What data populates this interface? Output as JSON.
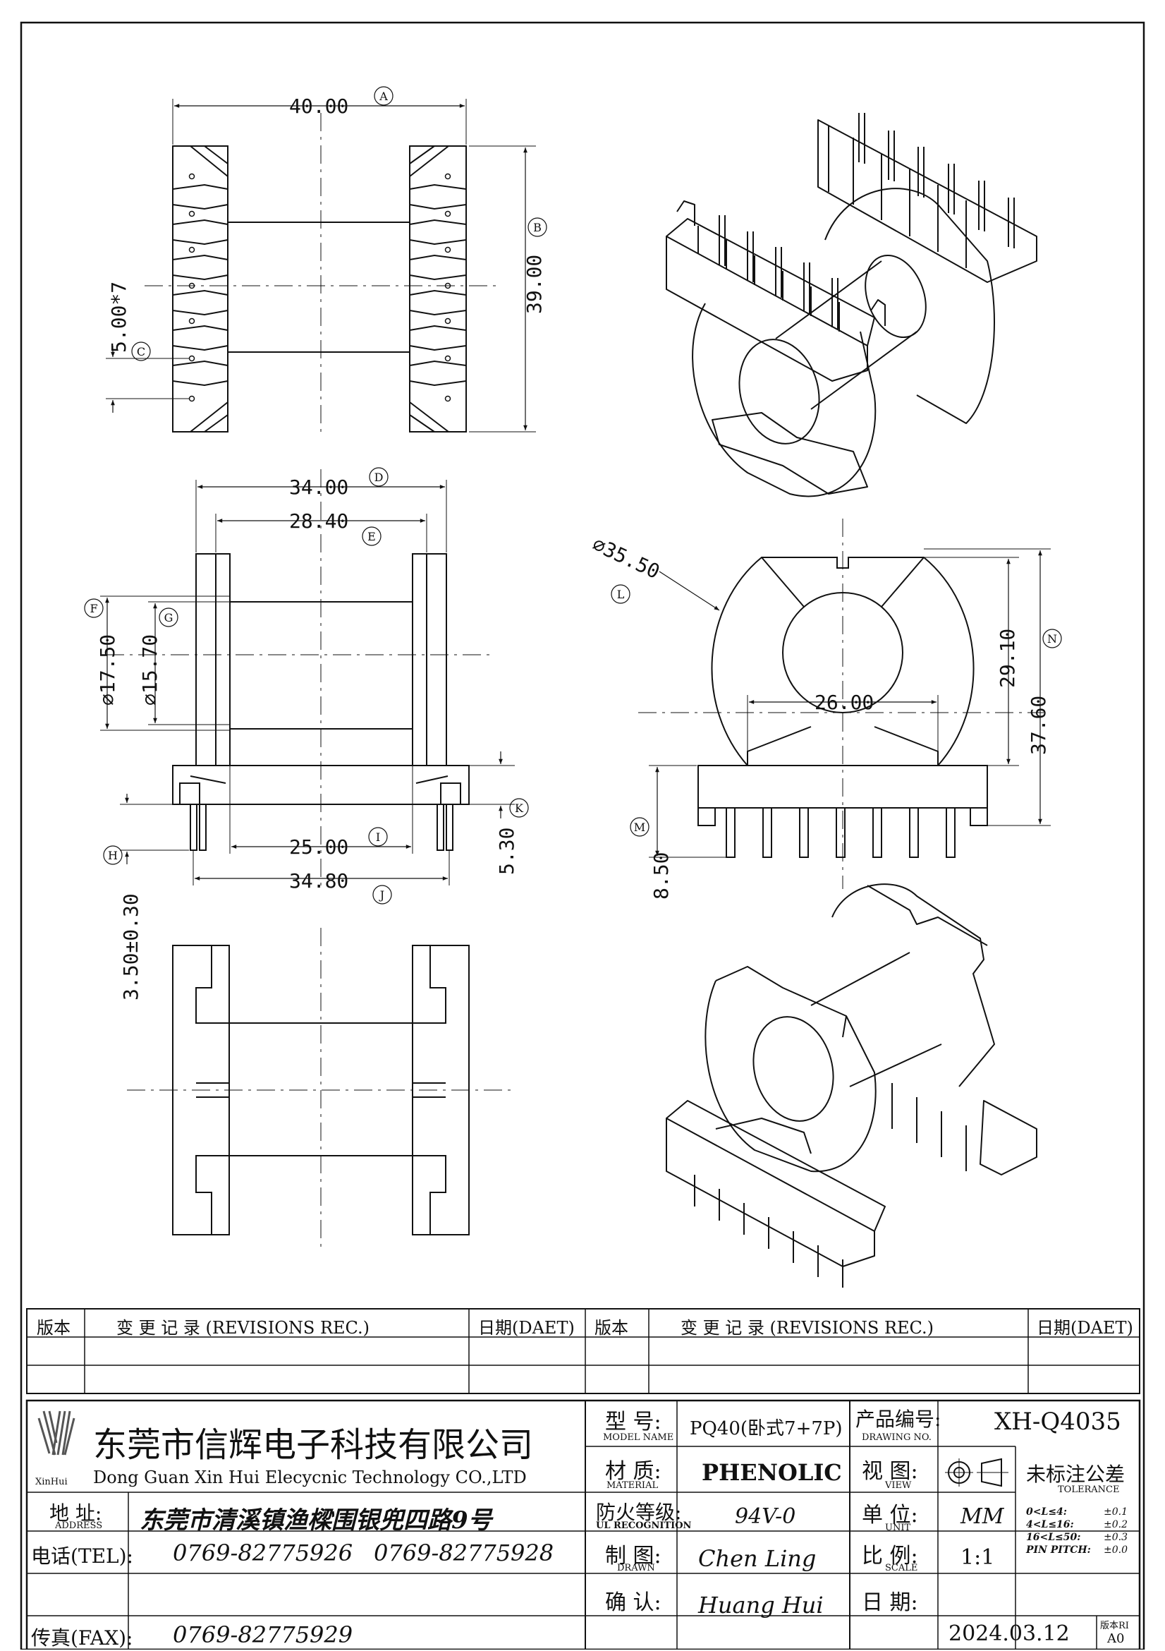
{
  "dimensions": {
    "A": {
      "label": "A",
      "value": "40.00"
    },
    "B": {
      "label": "B",
      "value": "39.00"
    },
    "C": {
      "label": "C",
      "value": "5.00*7"
    },
    "D": {
      "label": "D",
      "value": "34.00"
    },
    "E": {
      "label": "E",
      "value": "28.40"
    },
    "F": {
      "label": "F",
      "value": "⌀17.50"
    },
    "G": {
      "label": "G",
      "value": "⌀15.70"
    },
    "H": {
      "label": "H",
      "value": "3.50±0.30"
    },
    "I": {
      "label": "I",
      "value": "25.00"
    },
    "J": {
      "label": "J",
      "value": "34.80"
    },
    "K": {
      "label": "K",
      "value": "5.30"
    },
    "L": {
      "label": "L",
      "value": "⌀35.50"
    },
    "M": {
      "label": "M",
      "value": "8.50"
    },
    "N": {
      "label": "N",
      "value": "37.60"
    },
    "inner_width": "26.00",
    "inner_height": "29.10"
  },
  "revisions": {
    "col_version": "版本",
    "col_change": "变 更 记 录  (REVISIONS REC.)",
    "col_date": "日期(DAET)"
  },
  "title_block": {
    "company_cn": "东莞市信辉电子科技有限公司",
    "company_en": "Dong Guan Xin Hui Elecycnic Technology CO.,LTD",
    "logo_text": "XinHui",
    "address_label": "地 址:",
    "address_label_en": "ADDRESS",
    "address": "东莞市清溪镇渔樑围银兜四路9号",
    "tel_label": "电话(TEL):",
    "tel1": "0769-82775926",
    "tel2": "0769-82775928",
    "fax_label": "传真(FAX):",
    "fax": "0769-82775929",
    "model_label": "型 号:",
    "model_label_en": "MODEL NAME",
    "model": "PQ40(卧式7+7P)",
    "material_label": "材 质:",
    "material_label_en": "MATERIAL",
    "material": "PHENOLIC",
    "ul_label": "防火等级:",
    "ul_label_en": "UL RECOGNITION",
    "ul": "94V-0",
    "drawn_label": "制 图:",
    "drawn_label_en": "DRAWN",
    "drawn": "Chen Ling",
    "checked_label": "确 认:",
    "checked": "Huang Hui",
    "drawing_no_label": "产品编号:",
    "drawing_no_label_en": "DRAWING NO.",
    "drawing_no": "XH-Q4035",
    "view_label": "视 图:",
    "view_label_en": "VIEW",
    "unit_label": "单 位:",
    "unit_label_en": "UNIT",
    "unit": "MM",
    "scale_label": "比 例:",
    "scale_label_en": "SCALE",
    "scale": "1:1",
    "date_label": "日 期:",
    "date": "2024.03.12",
    "version_label": "版本RI",
    "version": "A0",
    "tolerance_title": "未标注公差",
    "tolerance_title_en": "TOLERANCE",
    "tolerances": [
      {
        "range": "0<L≤4:",
        "value": "±0.1"
      },
      {
        "range": "4<L≤16:",
        "value": "±0.2"
      },
      {
        "range": "16<L≤50:",
        "value": "±0.3"
      },
      {
        "range": "PIN PITCH:",
        "value": "±0.0"
      }
    ]
  }
}
